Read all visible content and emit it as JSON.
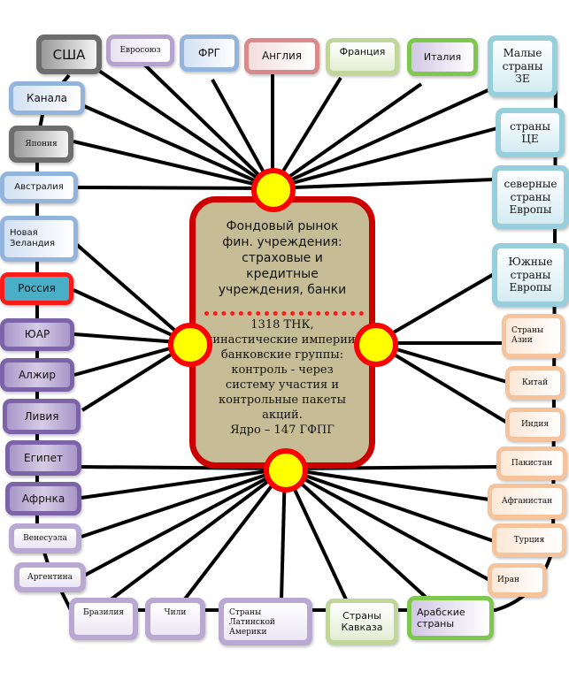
{
  "center": {
    "top_text": "Фондовый рынок\nфин. учреждения:\nстраховые и\nкредитные\nучреждения, банки",
    "bottom_text": "1318 ТНК,\nдинастические империи,\nбанковские группы:\nконтроль - через\nсистему участия и\nконтрольные пакеты\nакций.\nЯдро – 147 ГФПГ"
  },
  "colors": {
    "center_border": "#cc0000",
    "center_fill": "#c6bd97",
    "hub_fill": "#ffff00",
    "hub_border": "#ff0000",
    "connector": "#000000"
  },
  "nodes": {
    "usa": "США",
    "eu": "Евросоюз",
    "frg": "ФРГ",
    "england": "Англия",
    "france": "Франция",
    "italy": "Италия",
    "small_we": "Малые\nстраны\nЗЕ",
    "canada": "Канала",
    "japan": "Япония",
    "australia": "Австралия",
    "new_zealand": "Новая\nЗеландия",
    "russia": "Россия",
    "sar": "ЮАР",
    "algeria": "Алжир",
    "libya": "Ливия",
    "egypt": "Египет",
    "africa": "Афрнка",
    "venezuela": "Венесуэла",
    "argentina": "Аргентина",
    "brazil": "Бразилия",
    "chile": "Чили",
    "latin_america": "Страны\nЛатинской\nАмерики",
    "caucasus": "Страны\nКавказа",
    "arab": "Арабские\nстраны",
    "ce_countries": "страны\nЦЕ",
    "north_europe": "северные\nстраны\nЕвропы",
    "south_europe": "Южные\nстраны\nЕвропы",
    "asia": "Страны\nАзии",
    "china": "Китай",
    "india": "Индия",
    "pakistan": "Пакистан",
    "afghanistan": "Афганистан",
    "turkey": "Турция",
    "iran": "Иран"
  }
}
